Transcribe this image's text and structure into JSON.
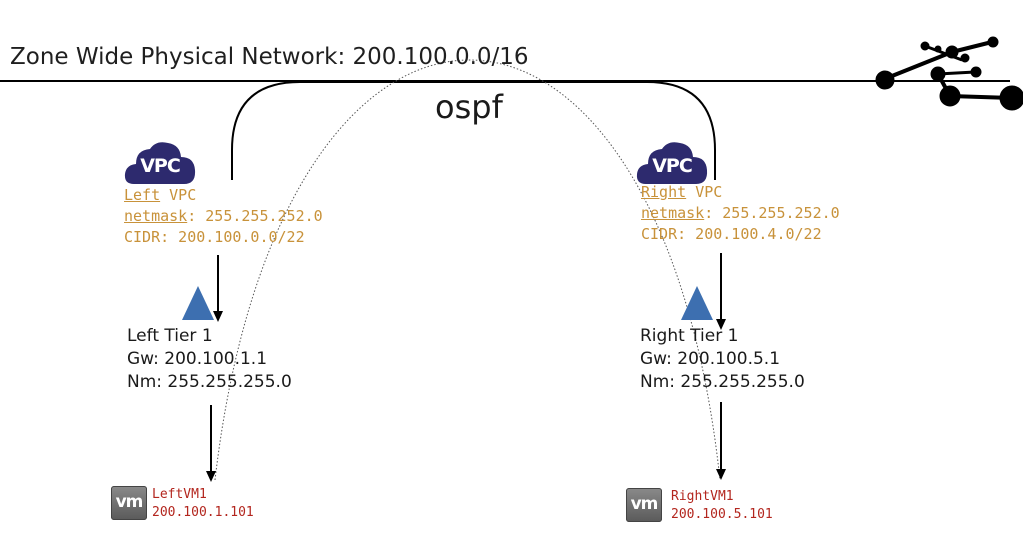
{
  "network": {
    "title": "Zone Wide Physical Network: 200.100.0.0/16"
  },
  "routing": {
    "label": "ospf"
  },
  "left": {
    "vpc_badge": "VPC",
    "vpc_name": "Left",
    "vpc_word": "VPC",
    "netmask_key": "netmask",
    "netmask_value": ": 255.255.252.0",
    "cidr_line": "CIDR: 200.100.0.0/22",
    "tier_name": "Left Tier 1",
    "tier_gw": "Gw: 200.100.1.1",
    "tier_nm": "Nm: 255.255.255.0",
    "vm_badge": "vm",
    "vm_name": "LeftVM1",
    "vm_ip": "200.100.1.101"
  },
  "right": {
    "vpc_badge": "VPC",
    "vpc_name": "Right",
    "vpc_word": "VPC",
    "netmask_key": "netmask",
    "netmask_value": ": 255.255.252.0",
    "cidr_line": "CIDR: 200.100.4.0/22",
    "tier_name": "Right Tier 1",
    "tier_gw": "Gw: 200.100.5.1",
    "tier_nm": "Nm: 255.255.255.0",
    "vm_badge": "vm",
    "vm_name": "RightVM1",
    "vm_ip": "200.100.5.101"
  },
  "colors": {
    "vpc_cloud": "#2d2a6e",
    "vpc_text": "#c8923a",
    "tier_triangle": "#3d6fb0",
    "vm_text": "#b3261e",
    "line": "#000000"
  }
}
